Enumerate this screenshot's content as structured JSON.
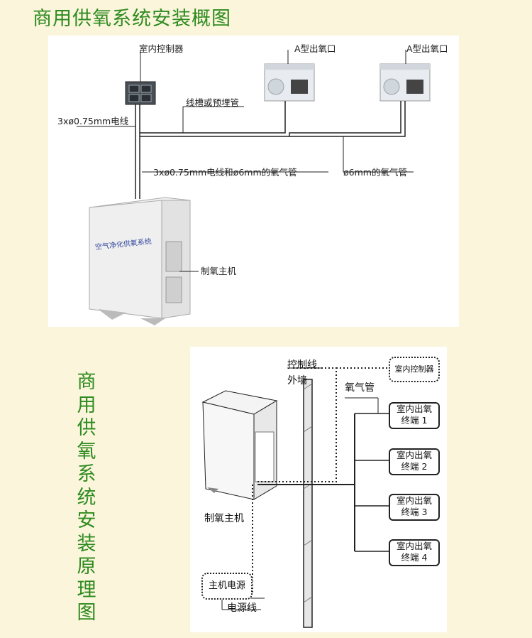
{
  "top": {
    "title": "商用供氧系统安装概图",
    "labels": {
      "controller": "室内控制器",
      "outlet_a1": "A型出氧口",
      "outlet_a2": "A型出氧口",
      "trunking": "线槽或预埋管",
      "wire": "3xø0.75mm电线",
      "wire_and_tube": "3xø0.75mm电线和ø6mm的氧气管",
      "tube": "ø6mm的氧气管",
      "generator": "制氧主机",
      "cabinet_text": "空气净化供氧系统"
    }
  },
  "bottom": {
    "vertical_title": "商用供氧系统安装原理图",
    "labels": {
      "control_line": "控制线",
      "outer_wall": "外墙",
      "indoor_controller": "室内控制器",
      "oxygen_pipe": "氧气管",
      "generator": "制氧主机",
      "power_source": "主机电源",
      "power_line": "电源线"
    },
    "terminals": [
      {
        "line1": "室内出氧",
        "line2": "终端 1"
      },
      {
        "line1": "室内出氧",
        "line2": "终端 2"
      },
      {
        "line1": "室内出氧",
        "line2": "终端 3"
      },
      {
        "line1": "室内出氧",
        "line2": "终端 4"
      }
    ]
  },
  "colors": {
    "background": "#fbf5dc",
    "title_green": "#2e8b1f",
    "panel": "#ffffff",
    "line": "#222222"
  }
}
